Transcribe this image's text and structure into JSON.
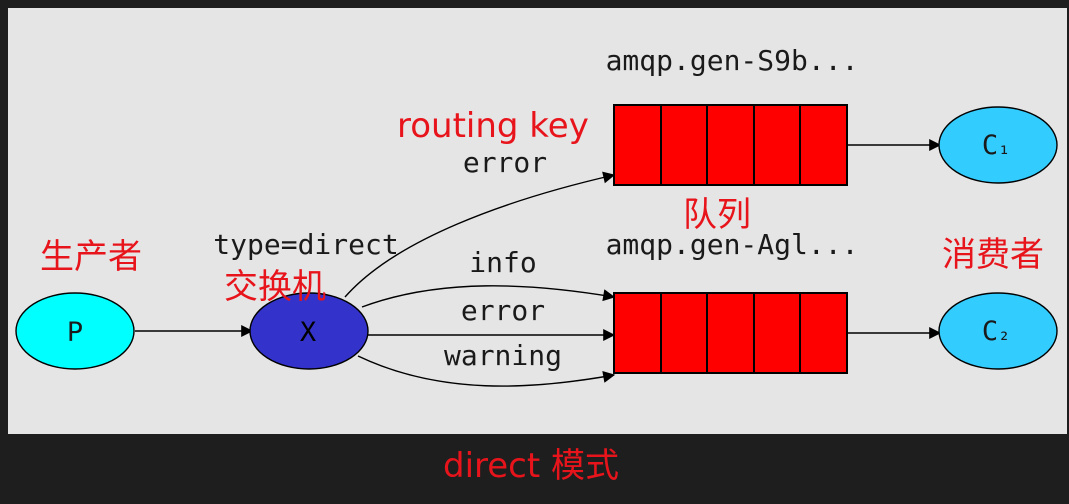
{
  "diagram": {
    "background_color": "#e5e5e5",
    "page_color": "#1e1e1e",
    "annotation_color": "#e8141b",
    "queue_color": "#ff0000",
    "producer": {
      "label": "P",
      "color": "#00ffff",
      "annotation": "生产者"
    },
    "exchange": {
      "label": "X",
      "type_label": "type=direct",
      "annotation": "交换机",
      "color": "#3333cc"
    },
    "routing_key_annotation": "routing key",
    "queue_annotation": "队列",
    "consumer_annotation": "消费者",
    "queues": [
      {
        "name": "amqp.gen-S9b...",
        "bindings": [
          "error"
        ],
        "consumer": {
          "letter": "C",
          "subscript": "₁"
        }
      },
      {
        "name": "amqp.gen-Agl...",
        "bindings": [
          "info",
          "error",
          "warning"
        ],
        "consumer": {
          "letter": "C",
          "subscript": "₂"
        }
      }
    ],
    "consumer_color": "#33ccff"
  },
  "caption": "direct 模式"
}
